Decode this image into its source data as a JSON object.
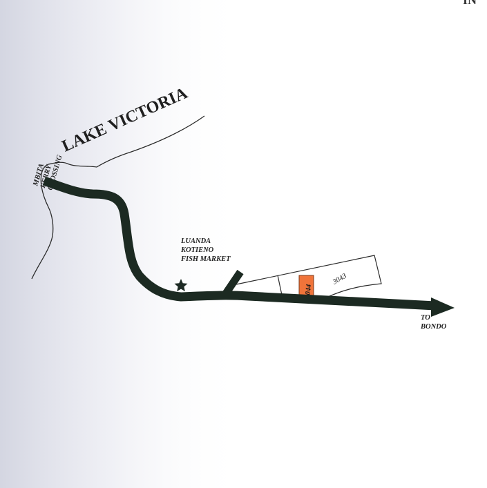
{
  "map": {
    "water_body_label": "LAKE VICTORIA",
    "crossing_label": {
      "line1": "MBITA",
      "line2": "FERRY",
      "line3": "CROSSING"
    },
    "market_label": {
      "line1": "LUANDA",
      "line2": "KOTIENO",
      "line3": "FISH MARKET"
    },
    "destination_label": {
      "line1": "TO",
      "line2": "BONDO"
    },
    "plots": {
      "highlighted_plot": "3044",
      "neighbor_plot": "3043"
    },
    "corner_mark": "IN",
    "colors": {
      "paper": "#ffffff",
      "road": "#1c2a22",
      "lines": "#2b2b2b",
      "highlight_plot": "#f0743a",
      "star": "#1d2a24",
      "shade": "#d7d8e4"
    },
    "icons": {
      "market_marker": "star-icon",
      "direction_marker": "arrow-head-icon"
    }
  }
}
